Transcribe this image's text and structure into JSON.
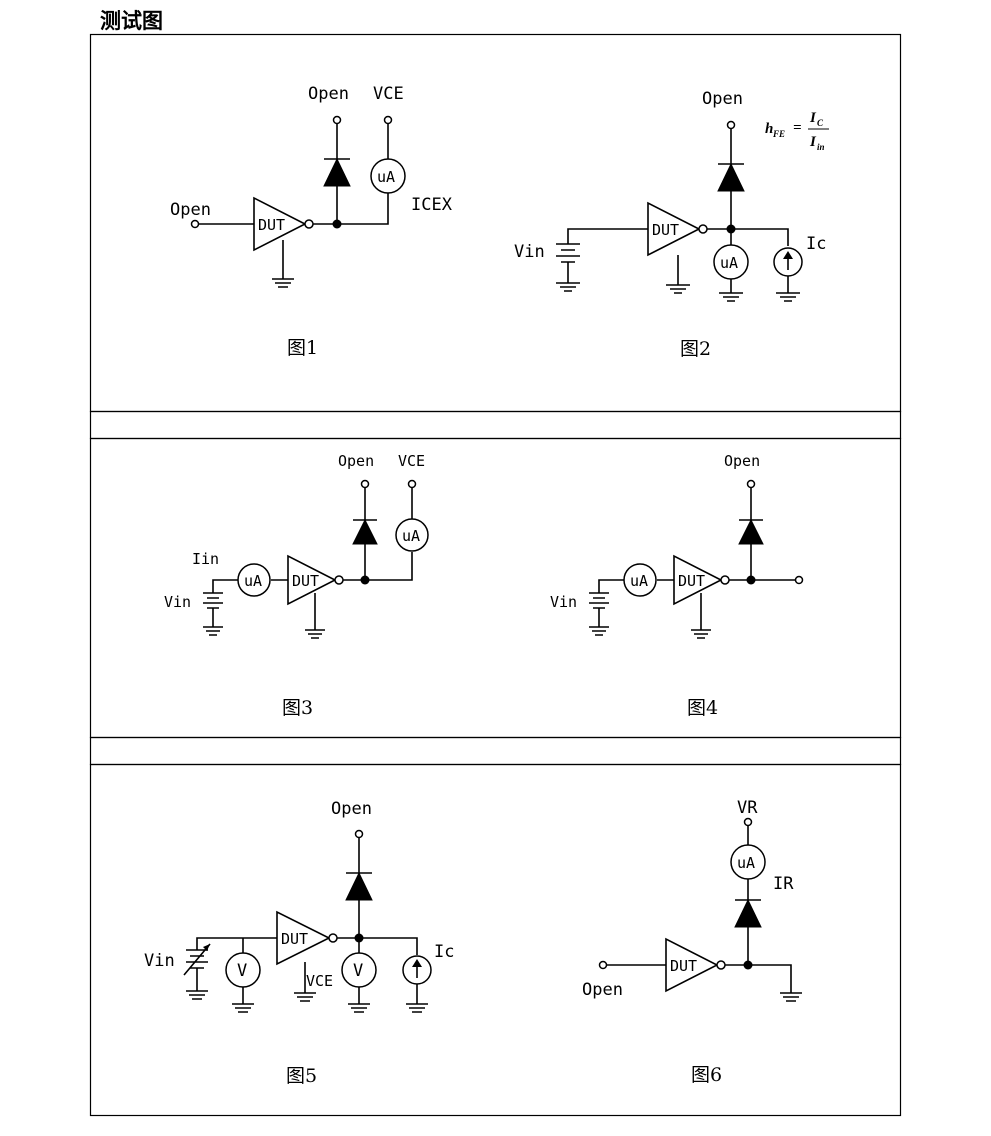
{
  "title": "测试图",
  "dut": "DUT",
  "meter_current": "uA",
  "meter_voltage": "V",
  "formula": {
    "h": "h",
    "h_sub": "FE",
    "eq": "=",
    "num": "I",
    "num_sub": "C",
    "den": "I",
    "den_sub": "in"
  },
  "fig1": {
    "caption": "图1",
    "open_top": "Open",
    "vce": "VCE",
    "open_in": "Open",
    "icex": "ICEX"
  },
  "fig2": {
    "caption": "图2",
    "open_top": "Open",
    "vin": "Vin",
    "ic": "Ic"
  },
  "fig3": {
    "caption": "图3",
    "open_top": "Open",
    "vce": "VCE",
    "iin": "Iin",
    "vin": "Vin"
  },
  "fig4": {
    "caption": "图4",
    "open_top": "Open",
    "vin": "Vin"
  },
  "fig5": {
    "caption": "图5",
    "open_top": "Open",
    "vin": "Vin",
    "vce": "VCE",
    "ic": "Ic"
  },
  "fig6": {
    "caption": "图6",
    "vr": "VR",
    "ir": "IR",
    "open_in": "Open"
  }
}
